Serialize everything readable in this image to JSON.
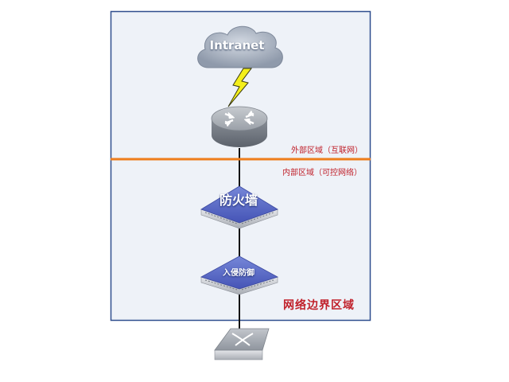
{
  "nodes": {
    "cloud": "Intranet",
    "firewall": "防火墙",
    "ips": "入侵防御"
  },
  "zones": {
    "outer": "外部区域（互联网）",
    "inner": "内部区域（可控网络）",
    "boundary": "网络边界区域"
  },
  "colors": {
    "zone_fill": "#eef2f8",
    "zone_border": "#2f4e8e",
    "divider": "#ee7d1c",
    "label_red": "#c0202a",
    "device_blue": "#5162c2",
    "link": "#111111",
    "lightning": "#f4ef1b"
  },
  "icons": [
    "cloud-icon",
    "lightning-icon",
    "router-icon",
    "firewall-icon",
    "ips-icon",
    "switch-icon"
  ]
}
